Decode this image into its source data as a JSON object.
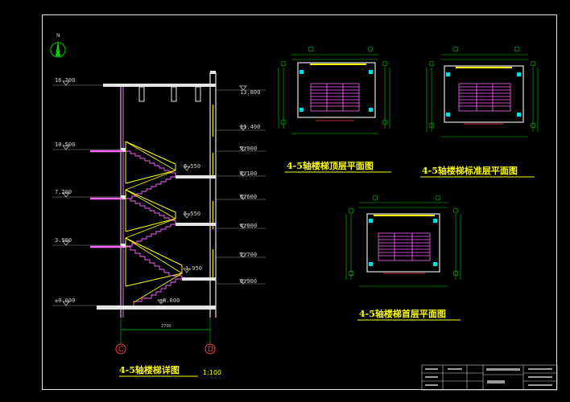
{
  "section": {
    "title": "4-5轴楼梯详图",
    "scale": "1:100",
    "axis_left": "C",
    "axis_right": "D",
    "left_levels": [
      "16.700",
      "10.500",
      "7.200",
      "3.900",
      "±0.000"
    ],
    "mid_levels": [
      "8.550",
      "5.550",
      "1.950",
      "±0.000"
    ],
    "right_levels": [
      "13.800",
      "11.400",
      "9.900",
      "8.100",
      "6.600",
      "4.800",
      "2.700",
      "0.900"
    ]
  },
  "plans": [
    {
      "title": "4-5轴楼梯顶层平面图"
    },
    {
      "title": "4-5轴楼梯标准层平面图"
    },
    {
      "title": "4-5轴楼梯首层平面图"
    }
  ],
  "colors": {
    "background": "#000000",
    "frame": "#e6e6e6",
    "wall": "#e6e6e6",
    "stair": "#ff66ff",
    "handrail": "#ffff00",
    "dimension": "#00d000",
    "level": "#d0d0d0",
    "title": "#ffff00",
    "axis": "#ff4040",
    "column": "#00e0e0"
  }
}
